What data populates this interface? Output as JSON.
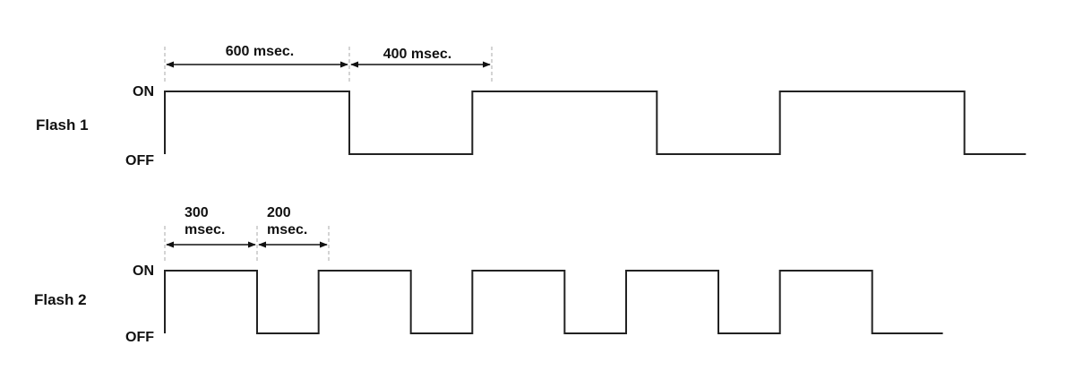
{
  "colors": {
    "signal": "#222222",
    "dimension": "#111111",
    "guide": "#aaaaaa",
    "background": "#ffffff"
  },
  "flash1": {
    "name": "Flash 1",
    "on_label": "ON",
    "off_label": "OFF",
    "on_duration_label": "600 msec.",
    "off_duration_label": "400 msec.",
    "sequence": [
      {
        "state": "ON",
        "ms": 600
      },
      {
        "state": "OFF",
        "ms": 400
      },
      {
        "state": "ON",
        "ms": 600
      },
      {
        "state": "OFF",
        "ms": 400
      },
      {
        "state": "ON",
        "ms": 600
      },
      {
        "state": "OFF",
        "ms": 200
      }
    ]
  },
  "flash2": {
    "name": "Flash 2",
    "on_label": "ON",
    "off_label": "OFF",
    "on_duration_label": [
      "300",
      "msec."
    ],
    "off_duration_label": [
      "200",
      "msec."
    ],
    "sequence": [
      {
        "state": "ON",
        "ms": 300
      },
      {
        "state": "OFF",
        "ms": 200
      },
      {
        "state": "ON",
        "ms": 300
      },
      {
        "state": "OFF",
        "ms": 200
      },
      {
        "state": "ON",
        "ms": 300
      },
      {
        "state": "OFF",
        "ms": 200
      },
      {
        "state": "ON",
        "ms": 300
      },
      {
        "state": "OFF",
        "ms": 200
      },
      {
        "state": "ON",
        "ms": 300
      },
      {
        "state": "OFF",
        "ms": 230
      }
    ]
  }
}
